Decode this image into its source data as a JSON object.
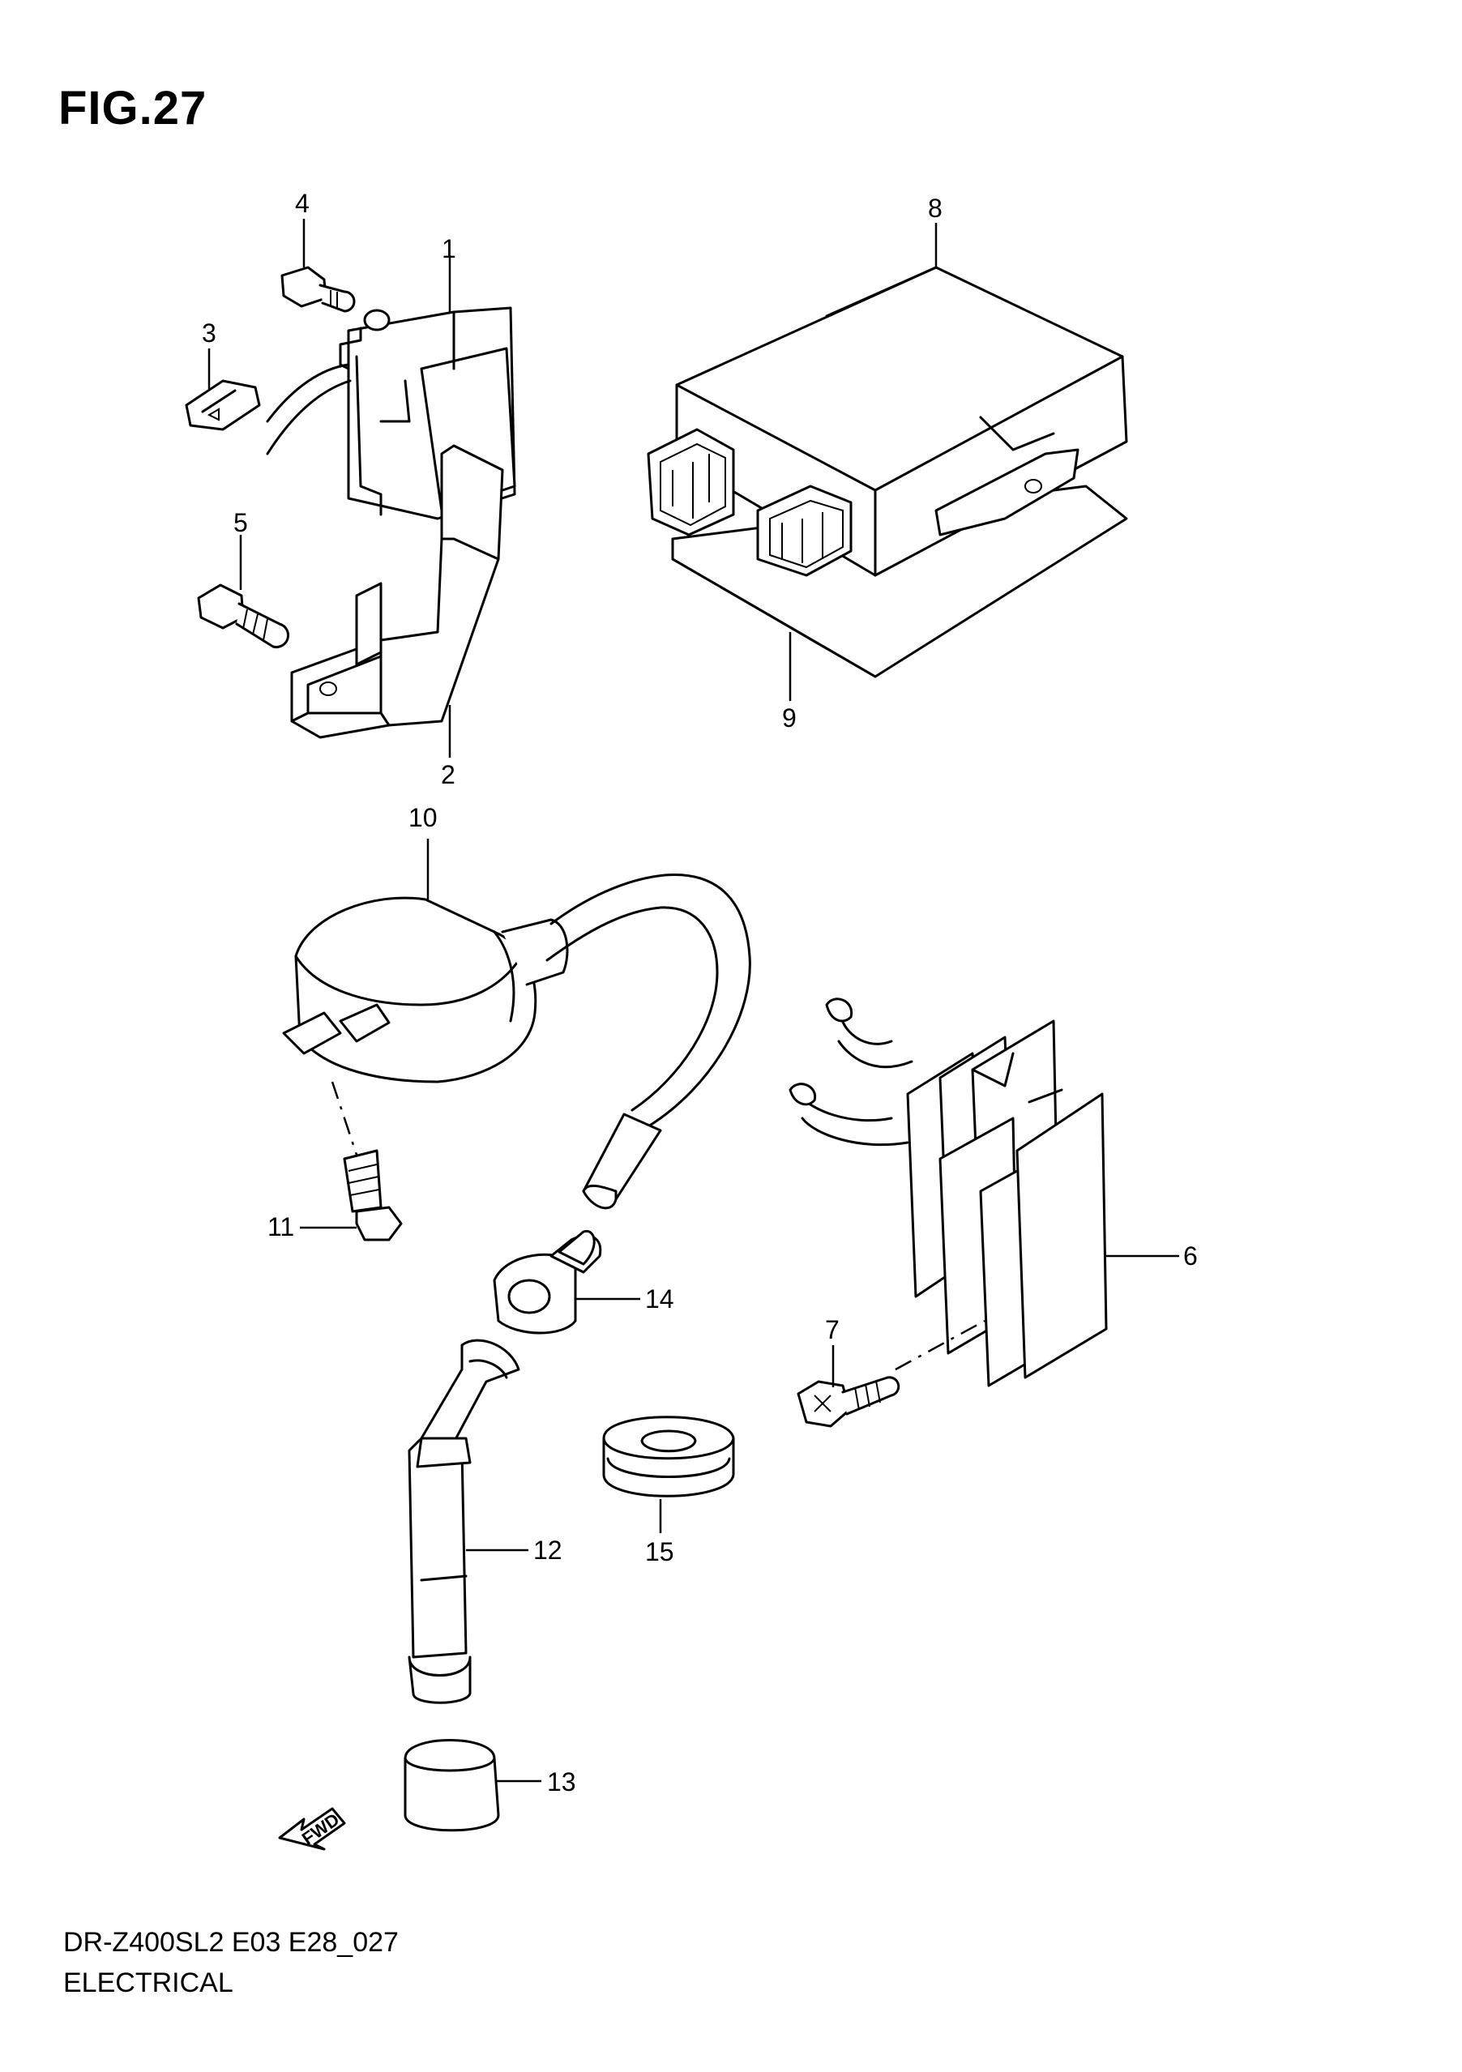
{
  "figure": {
    "title": "FIG.27"
  },
  "footer": {
    "model_code": "DR-Z400SL2 E03 E28_027",
    "section_title": "ELECTRICAL"
  },
  "callouts": [
    "1",
    "2",
    "3",
    "4",
    "5",
    "6",
    "7",
    "8",
    "9",
    "10",
    "11",
    "12",
    "13",
    "14",
    "15"
  ],
  "fwd_label": "FWD"
}
